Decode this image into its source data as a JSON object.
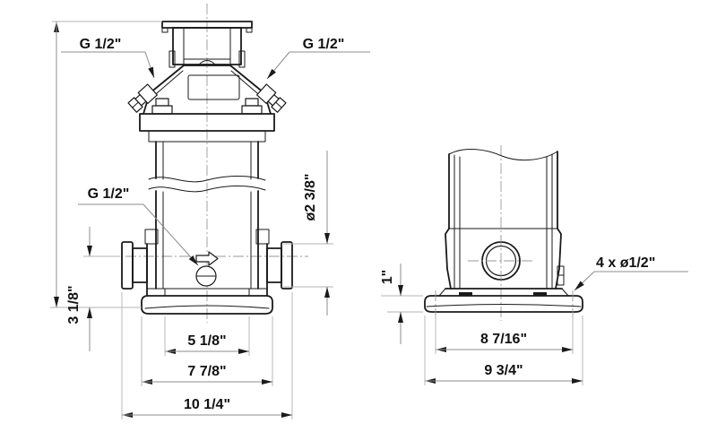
{
  "drawing": {
    "description": "Vertical multistage pump dimensional drawing, front view and side view",
    "colors": {
      "line": "#1a1a1a",
      "dimension": "#8c8c8c",
      "extension": "#b3b3b3",
      "background": "#ffffff"
    }
  },
  "front_view": {
    "threaded_port_top_left": "G 1/2\"",
    "threaded_port_top_right": "G 1/2\"",
    "drain_port": "G 1/2\"",
    "port_diameter": "ø2 3/8\"",
    "port_center_height": "3 1/8\"",
    "port_bolt_spacing": "5 1/8\"",
    "base_plate_width": "7 7/8\"",
    "overall_port_to_port": "10 1/4\""
  },
  "side_view": {
    "base_plate_height": "1\"",
    "mounting_holes": "4 x ø1/2\"",
    "mounting_hole_spacing": "8 7/16\"",
    "base_plate_length": "9 3/4\""
  }
}
